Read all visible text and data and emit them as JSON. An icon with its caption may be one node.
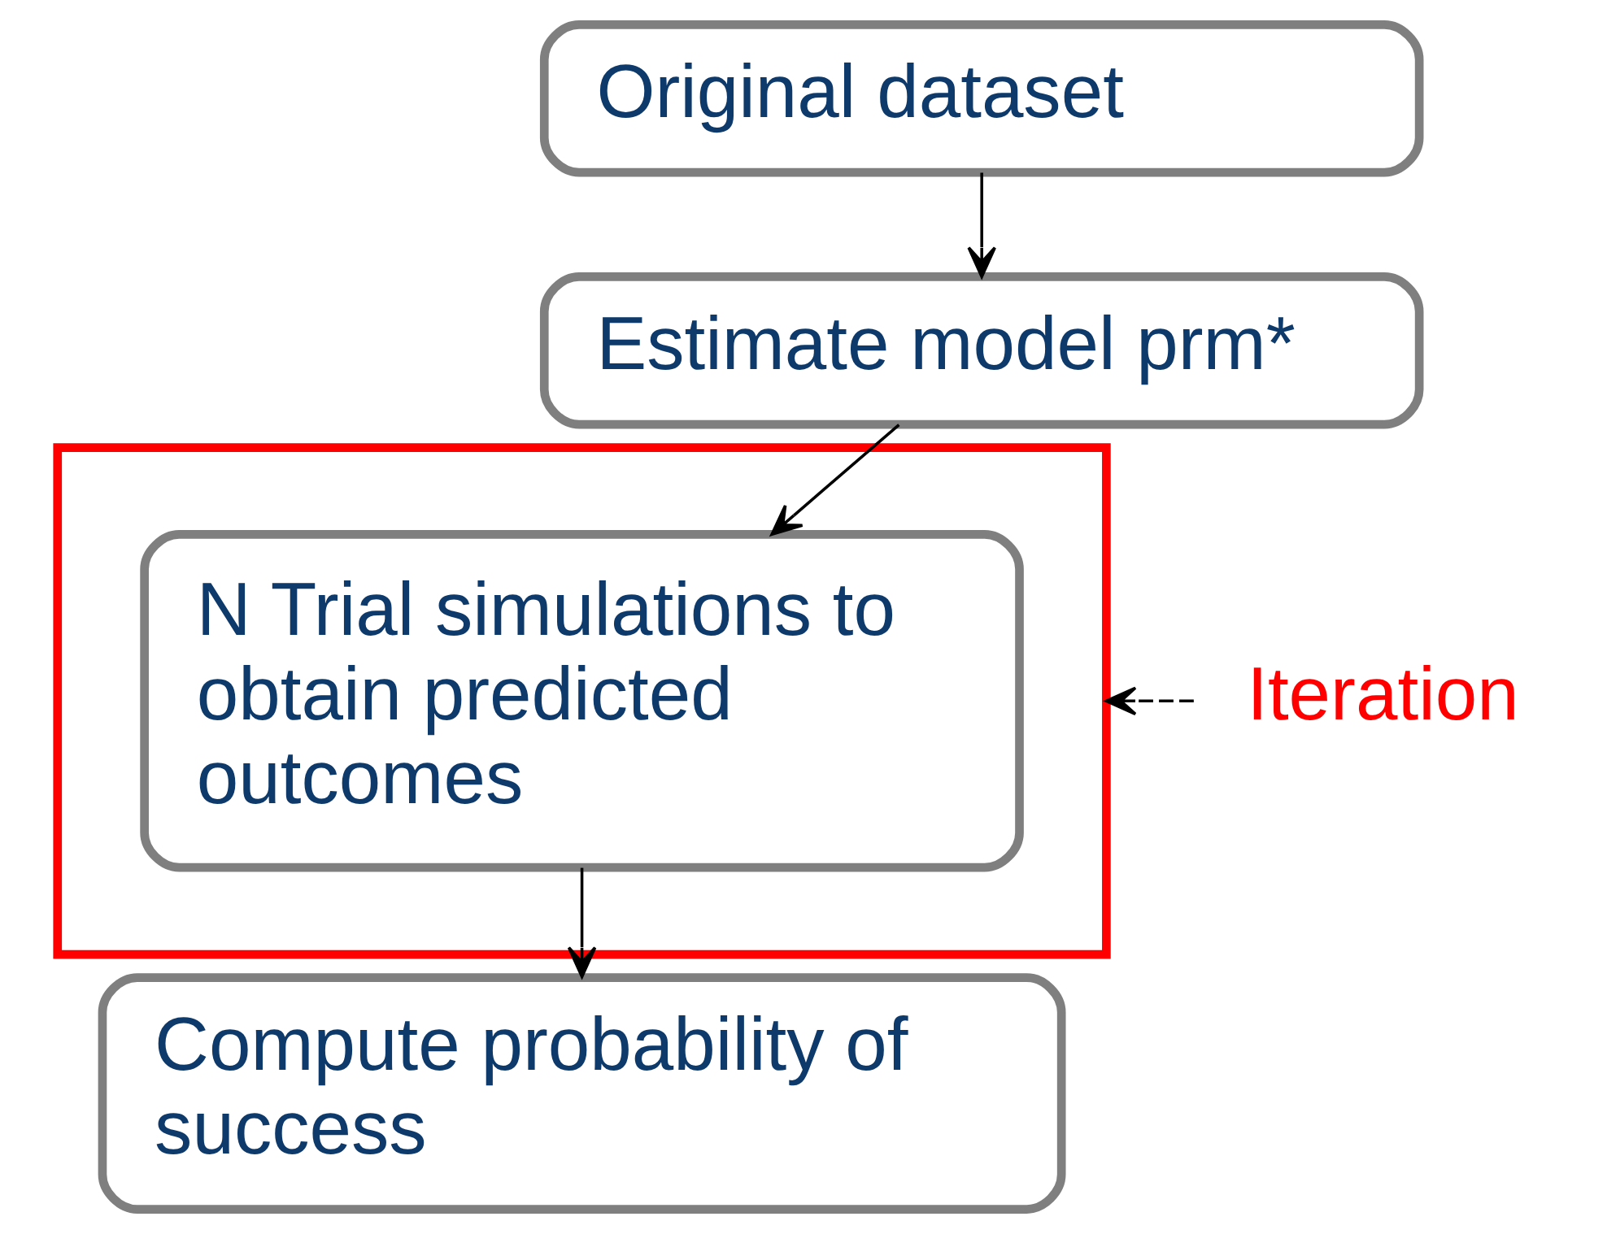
{
  "diagram": {
    "nodes": [
      {
        "text": [
          "Original dataset"
        ]
      },
      {
        "text": [
          "Estimate model prm*"
        ]
      },
      {
        "text": [],
        "shape": "box"
      },
      {
        "text": [
          "N Trial simulations to obtain predicted outcomes"
        ],
        "in": 2
      },
      {
        "text": [
          "Compute probability of success"
        ]
      },
      {
        "text": [
          "Iteration"
        ]
      }
    ],
    "edges": [
      {
        "from": 0,
        "to": 1,
        "arrow": "to"
      },
      {
        "from": 1,
        "to": 3,
        "arrow": "to"
      },
      {
        "from": 3,
        "to": 4,
        "arrow": "to"
      },
      {
        "from": 5,
        "to": 2,
        "arrow": "to",
        "style": "dashed"
      }
    ]
  }
}
